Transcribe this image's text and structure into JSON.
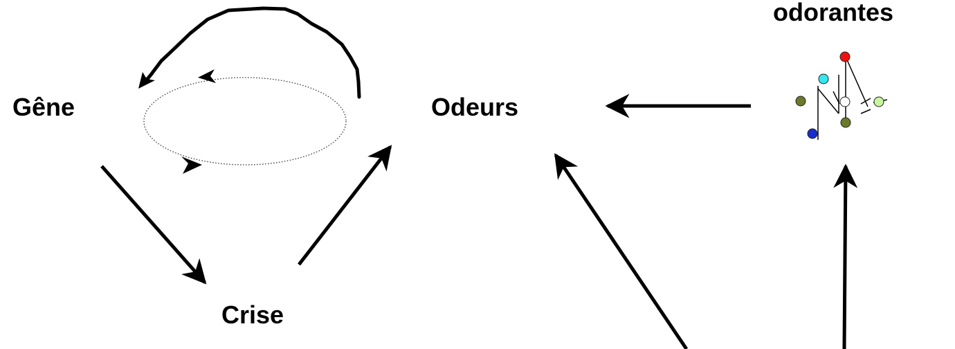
{
  "labels": {
    "gene": "Gêne",
    "odeurs": "Odeurs",
    "crise": "Crise",
    "odorantes": "odorantes"
  },
  "molecule": {
    "atom_colors": {
      "olive": "#6b7a2a",
      "cyan": "#33e6f0",
      "red": "#ee1111",
      "blue": "#1a2ccc",
      "light_green": "#c8f5a0",
      "white": "#ffffff"
    }
  },
  "colors": {
    "ink": "#000000",
    "background": "#ffffff"
  }
}
